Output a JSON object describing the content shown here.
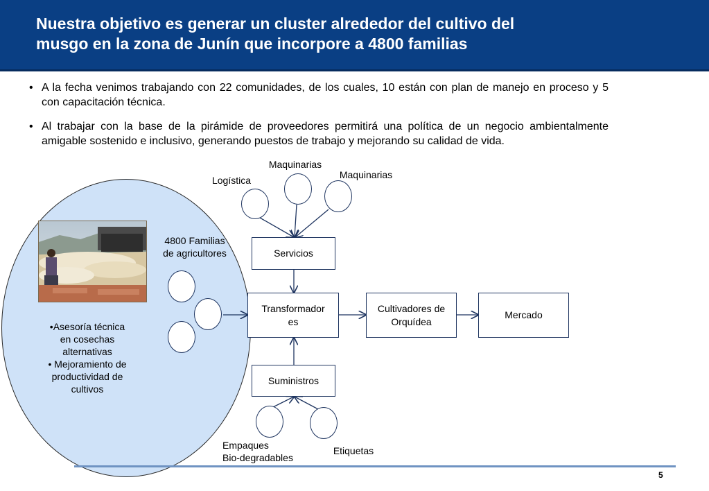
{
  "slide": {
    "title_lines": [
      "Nuestra objetivo es generar un cluster alrededor del cultivo del",
      "musgo en la zona de Junín que incorpore a 4800 familias"
    ],
    "bullets": [
      "A la fecha venimos trabajando con 22 comunidades, de los cuales, 10 están con plan de manejo en proceso y 5 con capacitación técnica.",
      "Al trabajar con la base de la pirámide de proveedores permitirá una política de un negocio ambientalmente amigable sostenido e inclusivo, generando puestos de trabajo y mejorando su calidad de vida."
    ],
    "bullet_symbol": "•",
    "page_number": "5"
  },
  "diagram": {
    "families_label_line1": "4800 Familias",
    "families_label_line2": "de agricultores",
    "circle_notes": [
      "•Asesoría técnica",
      "en cosechas",
      "alternativas",
      "• Mejoramiento de",
      "productividad de",
      "cultivos"
    ],
    "top_labels": {
      "logistica": "Logística",
      "maquinarias_1": "Maquinarias",
      "maquinarias_2": "Maquinarias"
    },
    "bottom_labels": {
      "empaques_line1": "Empaques",
      "empaques_line2": "Bio-degradables",
      "etiquetas": "Etiquetas"
    },
    "boxes": {
      "servicios": "Servicios",
      "transformadores_line1": "Transformador",
      "transformadores_line2": "es",
      "cultivadores_line1": "Cultivadores de",
      "cultivadores_line2": "Orquídea",
      "mercado": "Mercado",
      "suministros": "Suministros"
    },
    "colors": {
      "header": "#0a3f84",
      "cluster_fill": "#cfe2f8",
      "line": "#1f3560",
      "footer_line": "#6f93c2"
    }
  }
}
